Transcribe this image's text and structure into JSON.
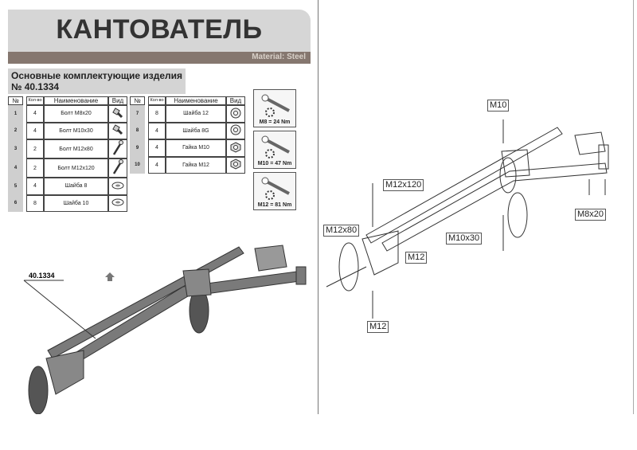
{
  "header": {
    "title": "КАНТОВАТЕЛЬ",
    "material": "Material: Steel"
  },
  "subtitle": {
    "line1": "Основные комплектующие изделия",
    "line2": "№ 40.1334"
  },
  "table_headers": {
    "num": "№",
    "qty": "Кол-во",
    "name": "Наименование",
    "view": "Вид"
  },
  "parts_left": [
    {
      "num": "1",
      "qty": "4",
      "name": "Болт M8x20",
      "icon": "bolt-short"
    },
    {
      "num": "2",
      "qty": "4",
      "name": "Болт M10x30",
      "icon": "bolt-short"
    },
    {
      "num": "3",
      "qty": "2",
      "name": "Болт M12x80",
      "icon": "bolt-long"
    },
    {
      "num": "4",
      "qty": "2",
      "name": "Болт M12x120",
      "icon": "bolt-long"
    },
    {
      "num": "5",
      "qty": "4",
      "name": "Шайба 8",
      "icon": "washer"
    },
    {
      "num": "6",
      "qty": "8",
      "name": "Шайба 10",
      "icon": "washer"
    }
  ],
  "parts_right": [
    {
      "num": "7",
      "qty": "8",
      "name": "Шайба 12",
      "icon": "spring-washer"
    },
    {
      "num": "8",
      "qty": "4",
      "name": "Шайба 8G",
      "icon": "spring-washer"
    },
    {
      "num": "9",
      "qty": "4",
      "name": "Гайка M10",
      "icon": "nut"
    },
    {
      "num": "10",
      "qty": "4",
      "name": "Гайка M12",
      "icon": "nut"
    }
  ],
  "torque": [
    {
      "label": "M8 = 24 Nm"
    },
    {
      "label": "M10 = 47 Nm"
    },
    {
      "label": "M12 = 81 Nm"
    }
  ],
  "assembly_label": "40.1334",
  "exploded_labels": {
    "m10": "M10",
    "m12x120": "M12x120",
    "m12x80": "M12x80",
    "m12_a": "M12",
    "m10x30": "M10x30",
    "m12_b": "M12",
    "m8x20": "M8x20"
  },
  "colors": {
    "banner": "#d6d6d6",
    "stripe": "#85776f",
    "row_number": "#cfcfcf",
    "steel": "#6e6e6e"
  }
}
